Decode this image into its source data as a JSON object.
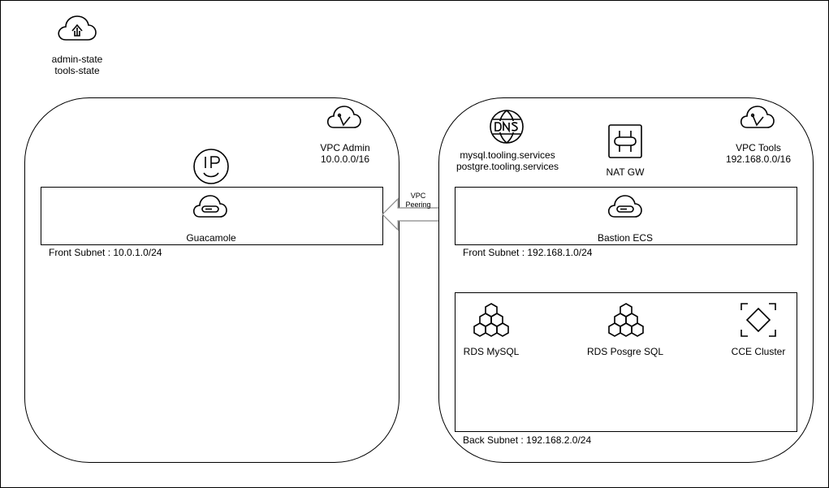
{
  "state": {
    "line1": "admin-state",
    "line2": "tools-state"
  },
  "vpc_admin": {
    "name": "VPC Admin",
    "cidr": "10.0.0.0/16",
    "front_subnet": {
      "label": "Front Subnet : 10.0.1.0/24",
      "server": "Guacamole"
    }
  },
  "peering": {
    "line1": "VPC",
    "line2": "Peering"
  },
  "vpc_tools": {
    "name": "VPC Tools",
    "cidr": "192.168.0.0/16",
    "dns": {
      "line1": "mysql.tooling.services",
      "line2": "postgre.tooling.services"
    },
    "nat": "NAT GW",
    "front_subnet": {
      "label": "Front Subnet : 192.168.1.0/24",
      "server": "Bastion ECS"
    },
    "back_subnet": {
      "label": "Back Subnet : 192.168.2.0/24",
      "services": [
        "RDS MySQL",
        "RDS Posgre SQL",
        "CCE Cluster"
      ]
    }
  },
  "icons": [
    "cloud-upload-icon",
    "vpc-cloud-icon",
    "eip-icon",
    "ecs-cloud-icon",
    "dns-icon",
    "nat-gateway-icon",
    "rds-icon",
    "cce-icon"
  ]
}
